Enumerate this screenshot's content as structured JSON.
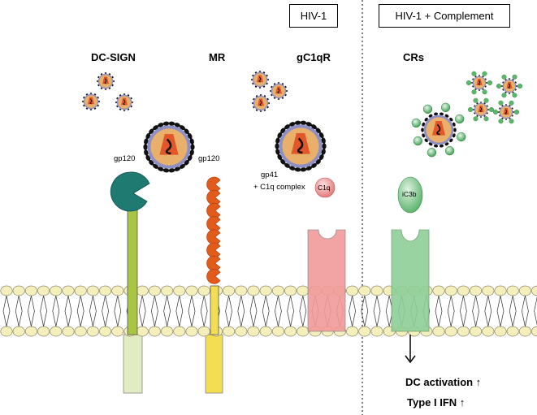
{
  "panels": {
    "hiv": "HIV-1",
    "hiv_complement": "HIV-1 + Complement"
  },
  "receptors": {
    "dc_sign": "DC-SIGN",
    "mr": "MR",
    "gc1qr": "gC1qR",
    "crs": "CRs"
  },
  "labels": {
    "gp120_left": "gp120",
    "gp120_right": "gp120",
    "gp41": "gp41",
    "c1q_complex": "+ C1q complex",
    "c1q": "C1q",
    "ic3b": "iC3b"
  },
  "outcomes": {
    "dc_activation": "DC activation ↑",
    "type1_ifn": "Type I IFN ↑"
  },
  "colors": {
    "membrane_head": "#f5efbe",
    "dc_sign_stalk": "#a9c544",
    "dc_sign_head": "#1f7a72",
    "mr_stalk": "#f3dd52",
    "mr_domains": "#e35b1a",
    "gc1qr": "#f19a9a",
    "crs": "#8fcf98",
    "virion_core": "#e8b06a",
    "complement": "#58b86a"
  }
}
